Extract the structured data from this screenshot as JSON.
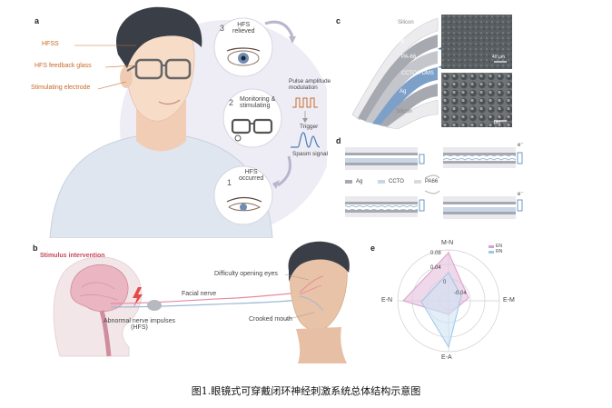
{
  "panel_a": {
    "letter": "a",
    "labels": [
      "HFSS",
      "HFS feedback glass",
      "Stimulating electrode"
    ],
    "steps": [
      {
        "num": "3",
        "text": "HFS\nrelieved"
      },
      {
        "num": "2",
        "text": "Monitoring &\nstimulating"
      },
      {
        "num": "1",
        "text": "HFS\noccurred"
      }
    ],
    "pulse_label": "Pulse amplitude\nmodulation",
    "trigger_label": "Trigger",
    "spasm_label": "Spasm signal"
  },
  "panel_b": {
    "letter": "b",
    "stimulus": "Stimulus intervention",
    "facial_nerve": "Facial nerve",
    "abnormal": "Abnormal nerve impulses\n(HFS)",
    "difficulty": "Difficulty opening eyes",
    "crooked": "Crooked mouth"
  },
  "panel_c": {
    "letter": "c",
    "layers": [
      "Silicon",
      "Ag",
      "PA-66",
      "CCTO/PDMS",
      "Ag",
      "Silicon"
    ],
    "scale_top": "40 μm",
    "scale_bottom": "μm"
  },
  "panel_d": {
    "letter": "d",
    "legend": [
      "Ag",
      "CCTO",
      "PA66"
    ],
    "charge_plus": "e⁻",
    "charge_minus": "e⁻"
  },
  "panel_e": {
    "letter": "e",
    "axes": [
      "M-N",
      "E-M",
      "E-A",
      "E-N"
    ],
    "ticks": [
      "0.08",
      "0.04",
      "0",
      "-0.04"
    ],
    "legend": [
      "EN",
      "RN"
    ]
  },
  "caption": "图1.眼镜式可穿戴闭环神经刺激系统总体结构示意图",
  "colors": {
    "skin": "#f7dcc8",
    "hair": "#3a3f47",
    "shirt": "#dfe6ef",
    "accent_orange": "#c86a2a",
    "nerve_pink": "#e58aa0",
    "radar_pink": "#d8a0cc",
    "radar_blue": "#9cc7e8"
  }
}
